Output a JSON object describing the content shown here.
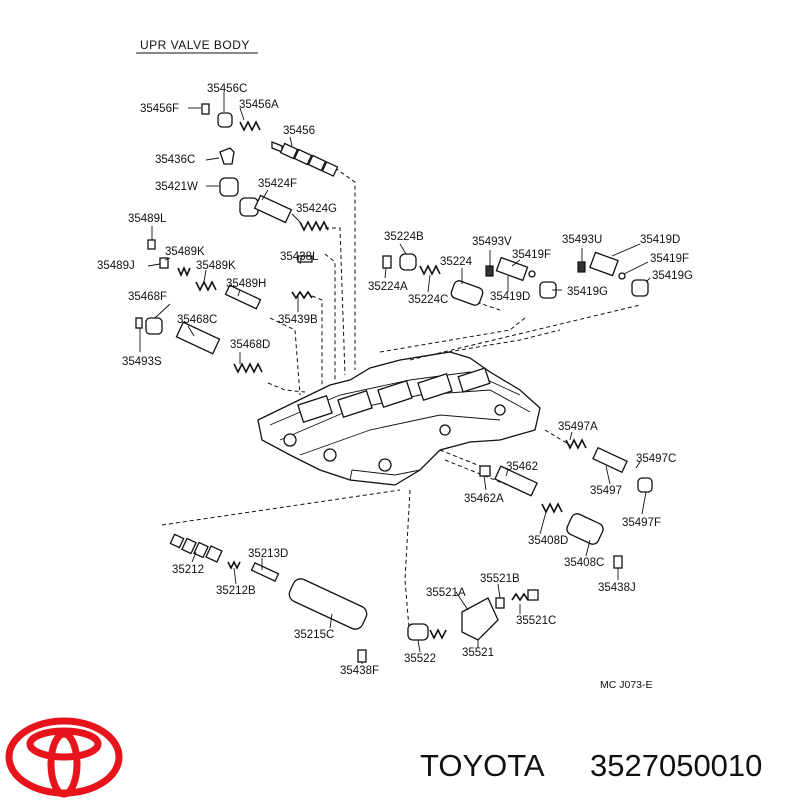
{
  "diagram": {
    "title": "UPR VALVE BODY",
    "drawing_code": "MC J073-E",
    "part_labels": [
      "35456C",
      "35456F",
      "35456A",
      "35456",
      "35436C",
      "35421W",
      "35424F",
      "35424G",
      "35489L",
      "35489K",
      "35489J",
      "35489K",
      "35438L",
      "35489H",
      "35468F",
      "35439B",
      "35468C",
      "35468D",
      "35493S",
      "35224B",
      "35493V",
      "35224",
      "35419F",
      "35493U",
      "35419D",
      "35419F",
      "35419G",
      "35224A",
      "35224C",
      "35419D",
      "35419G",
      "35497A",
      "35462",
      "35497C",
      "35497",
      "35462A",
      "35408D",
      "35497F",
      "35408C",
      "35438J",
      "35213D",
      "35212",
      "35212B",
      "35215C",
      "35438F",
      "35521A",
      "35521B",
      "35521C",
      "35522",
      "35521"
    ]
  },
  "brand": {
    "name": "TOYOTA",
    "part_number": "3527050010",
    "logo_color": "#e8141c"
  }
}
